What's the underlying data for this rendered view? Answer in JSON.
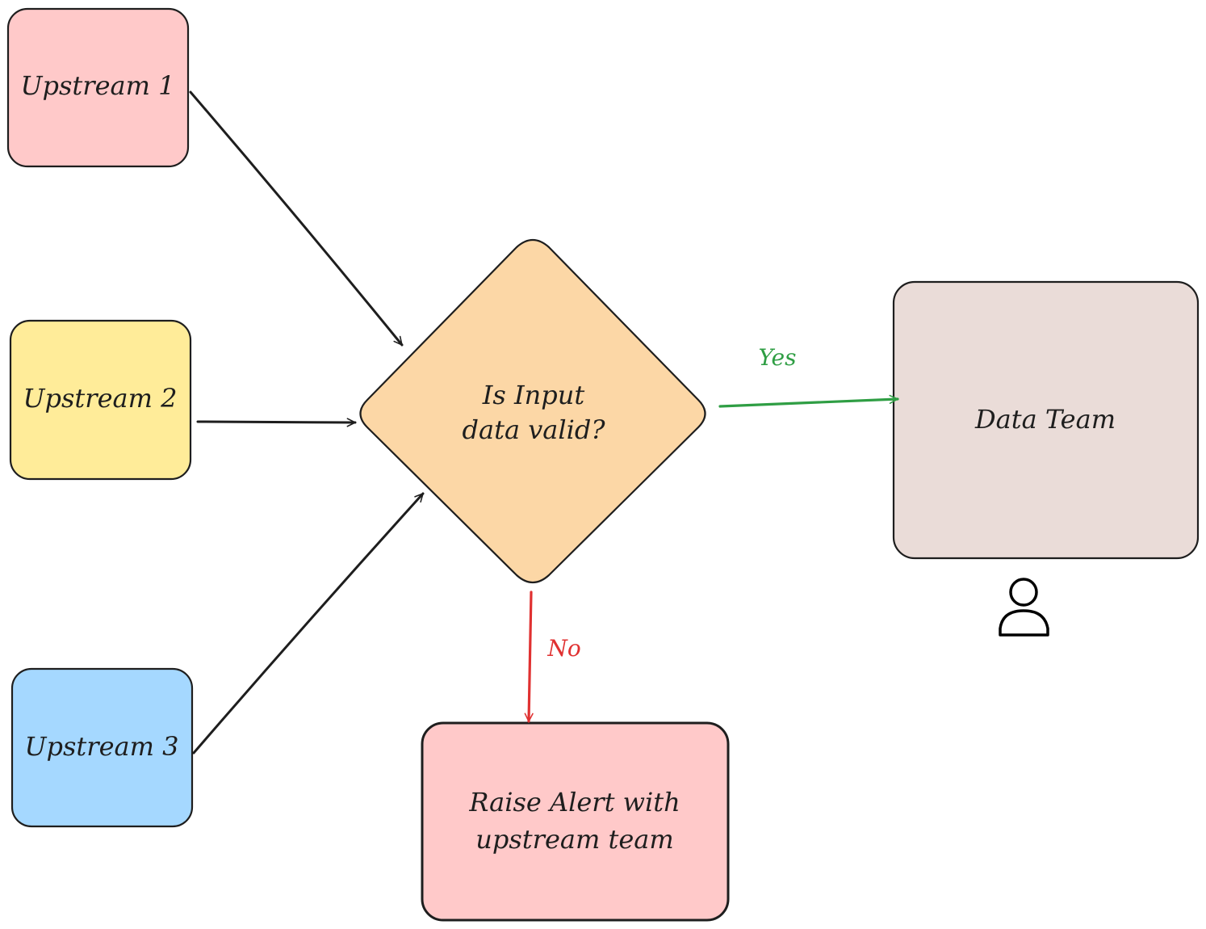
{
  "nodes": {
    "upstream1": {
      "label": "Upstream 1",
      "fill": "#ffc9c9"
    },
    "upstream2": {
      "label": "Upstream 2",
      "fill": "#ffec99"
    },
    "upstream3": {
      "label": "Upstream 3",
      "fill": "#a5d8ff"
    },
    "decision": {
      "label_line1": "Is Input",
      "label_line2": "data valid?",
      "fill": "#fcd7a6"
    },
    "data_team": {
      "label": "Data Team",
      "fill": "#eadcd8"
    },
    "raise_alert": {
      "label_line1": "Raise Alert with",
      "label_line2": "upstream team",
      "fill": "#ffc9c9"
    }
  },
  "edges": {
    "yes": {
      "label": "Yes",
      "color": "#2f9e44"
    },
    "no": {
      "label": "No",
      "color": "#e03131"
    },
    "default_color": "#1e1e1e"
  },
  "icons": {
    "data_team_icon": "person-icon"
  }
}
